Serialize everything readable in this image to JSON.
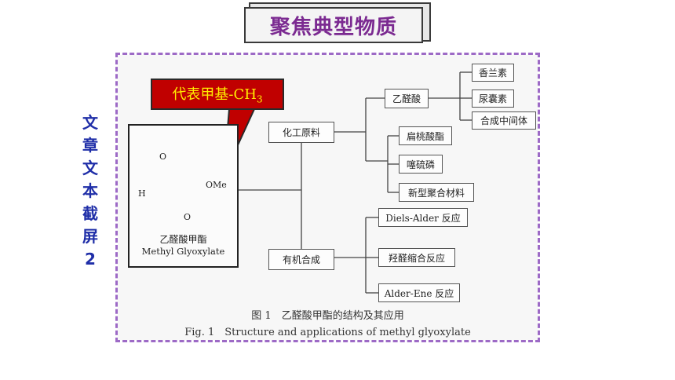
{
  "header": {
    "title": "聚焦典型物质"
  },
  "side_label": {
    "chars": [
      "文",
      "章",
      "文",
      "本",
      "截",
      "屏",
      "2"
    ]
  },
  "callout": {
    "text": "代表甲基-CH",
    "subscript": "3"
  },
  "molecule": {
    "name_cn": "乙醛酸甲酯",
    "name_en": "Methyl Glyoxylate",
    "atoms": {
      "o_left": "O",
      "o_right": "O",
      "h": "H",
      "ome": "OMe"
    }
  },
  "nodes": {
    "chem_raw": "化工原料",
    "organic_synth": "有机合成",
    "glyoxylic_acid": "乙醛酸",
    "vanillin": "香兰素",
    "allantoin": "尿囊素",
    "synth_intermediate": "合成中间体",
    "mandelate": "扁桃酸酯",
    "thiophosphor": "噻硫磷",
    "new_polymer": "新型聚合材料",
    "diels_alder": "Diels-Alder 反应",
    "aldol": "羟醛缩合反应",
    "alder_ene": "Alder-Ene 反应"
  },
  "caption": {
    "cn": "图 1　乙醛酸甲酯的结构及其应用",
    "en": "Fig. 1　Structure and applications of methyl glyoxylate"
  },
  "colors": {
    "title": "#7b2a91",
    "side_label": "#1f2ea8",
    "frame": "#9d6ac6",
    "callout_bg": "#c00000",
    "callout_text": "#ffee00"
  }
}
